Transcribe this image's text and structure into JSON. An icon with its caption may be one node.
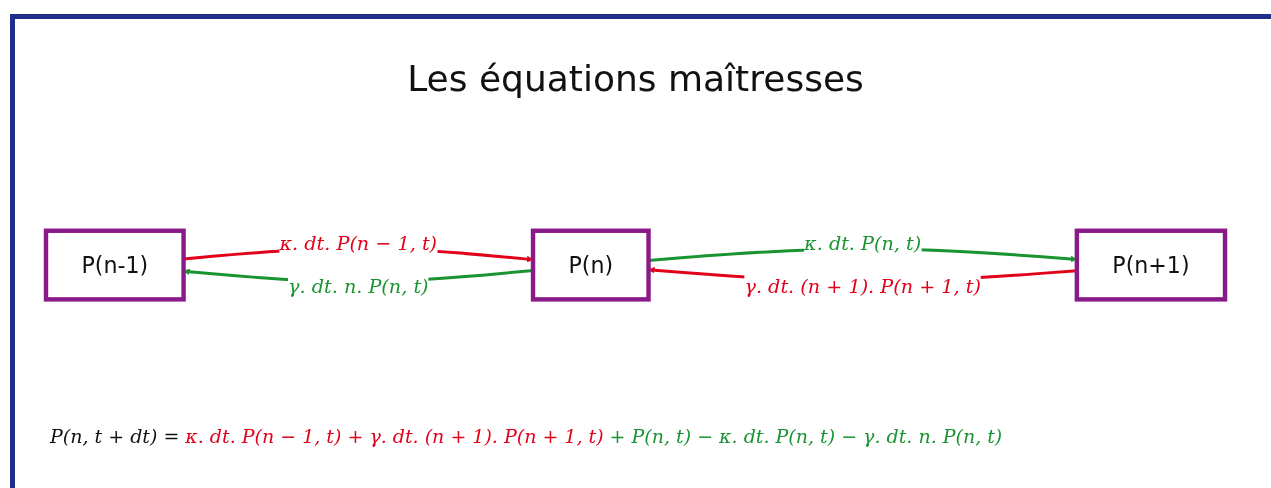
{
  "diagram": {
    "title": "Les équations maîtresses",
    "nodes": [
      {
        "text": [
          "P(n-1)"
        ]
      },
      {
        "text": [
          "P(n)"
        ]
      },
      {
        "text": [
          "P(n+1)"
        ]
      }
    ],
    "edges": [
      {
        "from": 0,
        "to": 1,
        "arrow": "to",
        "label": "κ. dt. P(n − 1, t)",
        "color": "#e2001a"
      },
      {
        "from": 1,
        "to": 0,
        "arrow": "to",
        "label": "γ. dt. n. P(n, t)",
        "color": "#1a9431"
      },
      {
        "from": 1,
        "to": 2,
        "arrow": "to",
        "label": "κ. dt. P(n, t)",
        "color": "#1a9431"
      },
      {
        "from": 2,
        "to": 1,
        "arrow": "to",
        "label": "γ. dt. (n + 1). P(n + 1, t)",
        "color": "#e2001a"
      }
    ],
    "labels": [
      "P(n, t + dt) =",
      "κ. dt. P(n − 1, t) + γ. dt. (n + 1). P(n + 1, t)",
      "+ P(n, t) −  κ. dt. P(n, t) − γ. dt. n. P(n, t)"
    ]
  }
}
